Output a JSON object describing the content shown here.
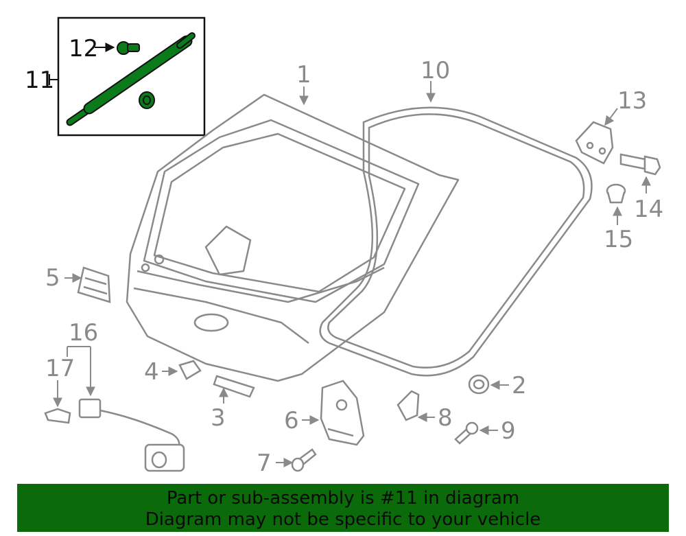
{
  "callouts": {
    "c1": "1",
    "c2": "2",
    "c3": "3",
    "c4": "4",
    "c5": "5",
    "c6": "6",
    "c7": "7",
    "c8": "8",
    "c9": "9",
    "c10": "10",
    "c11": "11",
    "c12": "12",
    "c13": "13",
    "c14": "14",
    "c15": "15",
    "c16": "16",
    "c17": "17"
  },
  "highlight_part": "11",
  "colors": {
    "highlight": "#0b7a1b",
    "line": "#8a8a8a",
    "banner": "#0b6b0b"
  },
  "banner": {
    "line1": "Part or sub-assembly is #11 in diagram",
    "line2": "Diagram may not be specific to your vehicle"
  }
}
